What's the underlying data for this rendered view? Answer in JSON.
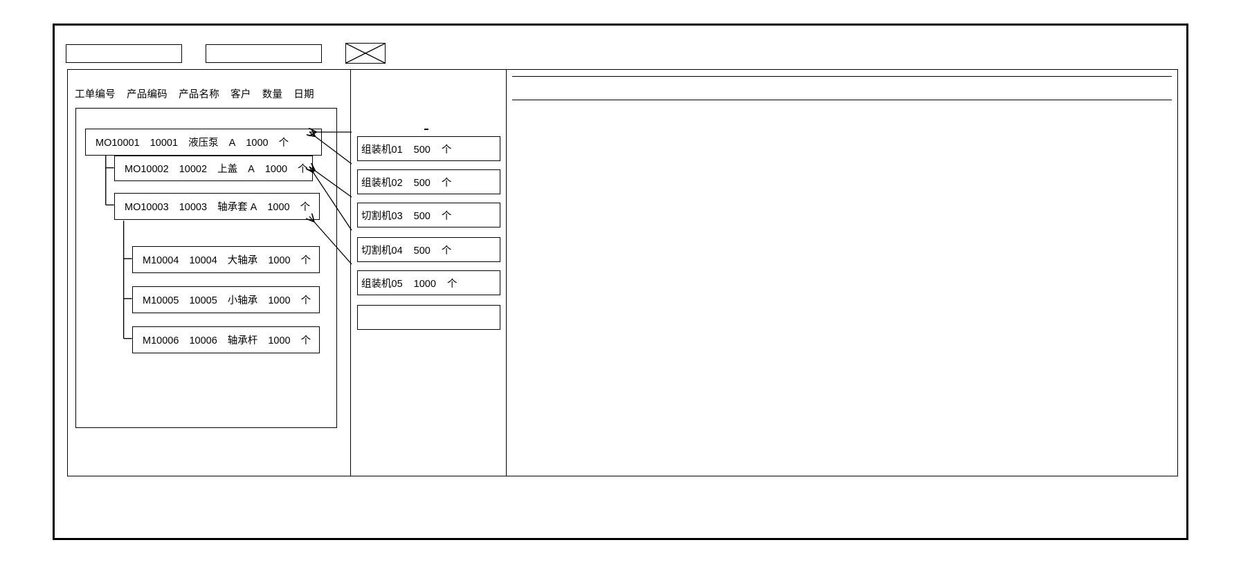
{
  "window": {
    "title": ""
  },
  "toolbar": {
    "buttons": [
      {
        "label": "",
        "name": "toolbar-button-1"
      },
      {
        "label": "",
        "name": "toolbar-button-2"
      }
    ],
    "image_placeholder": {
      "label": "",
      "icon": "image-placeholder-icon"
    }
  },
  "left_panel": {
    "column_headers": [
      "工单编号",
      "产品编码",
      "产品名称",
      "客户",
      "数量",
      "日期"
    ],
    "rows": [
      {
        "order_no": "MO10001",
        "product_code": "10001",
        "product_name": "液压泵",
        "customer": "A",
        "quantity": "1000",
        "unit": "个",
        "level": 0
      },
      {
        "order_no": "MO10002",
        "product_code": "10002",
        "product_name": "上盖",
        "customer": "A",
        "quantity": "1000",
        "unit": "个",
        "level": 1
      },
      {
        "order_no": "MO10003",
        "product_code": "10003",
        "product_name": "轴承套 A",
        "customer": "",
        "quantity": "1000",
        "unit": "个",
        "level": 1
      },
      {
        "order_no": "M10004",
        "product_code": "10004",
        "product_name": "大轴承",
        "customer": "",
        "quantity": "1000",
        "unit": "个",
        "level": 2
      },
      {
        "order_no": "M10005",
        "product_code": "10005",
        "product_name": "小轴承",
        "customer": "",
        "quantity": "1000",
        "unit": "个",
        "level": 2
      },
      {
        "order_no": "M10006",
        "product_code": "10006",
        "product_name": "轴承杆",
        "customer": "",
        "quantity": "1000",
        "unit": "个",
        "level": 2
      }
    ]
  },
  "middle_panel": {
    "boxes": [
      {
        "machine": "组装机01",
        "quantity": "500",
        "unit": "个"
      },
      {
        "machine": "组装机02",
        "quantity": "500",
        "unit": "个"
      },
      {
        "machine": "切割机03",
        "quantity": "500",
        "unit": "个"
      },
      {
        "machine": "切割机04",
        "quantity": "500",
        "unit": "个"
      },
      {
        "machine": "组装机05",
        "quantity": "1000",
        "unit": "个"
      },
      {
        "machine": "",
        "quantity": "",
        "unit": ""
      }
    ]
  },
  "right_panel": {
    "header_row": "",
    "body": ""
  },
  "colors": {
    "stroke": "#000000",
    "background": "#ffffff"
  }
}
